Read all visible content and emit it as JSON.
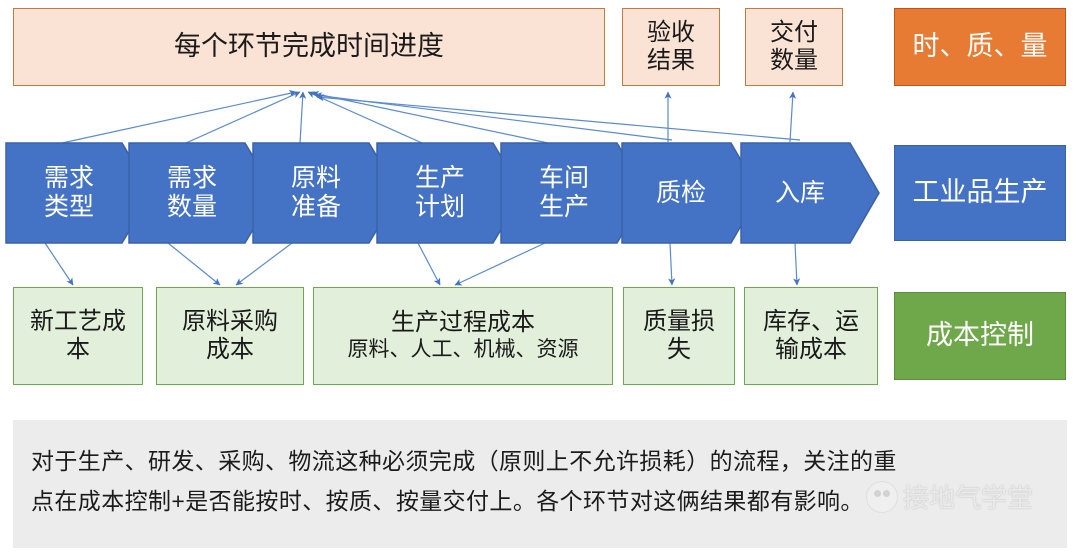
{
  "top_row": {
    "progress_banner": {
      "label": "每个环节完成时间进度"
    },
    "outcome_boxes": [
      {
        "label": "验收\n结果"
      },
      {
        "label": "交付\n数量"
      }
    ],
    "summary": {
      "label": "时、质、量",
      "color": "#E87B33"
    }
  },
  "process_row": {
    "steps": [
      {
        "label": "需求\n类型"
      },
      {
        "label": "需求\n数量"
      },
      {
        "label": "原料\n准备"
      },
      {
        "label": "生产\n计划"
      },
      {
        "label": "车间\n生产"
      },
      {
        "label": "质检"
      },
      {
        "label": "入库"
      }
    ],
    "summary": {
      "label": "工业品生产",
      "color": "#4472C4"
    }
  },
  "cost_row": {
    "items": [
      {
        "label": "新工艺成\n本",
        "sub": ""
      },
      {
        "label": "原料采购\n成本",
        "sub": ""
      },
      {
        "label": "生产过程成本",
        "sub": "原料、人工、机械、资源"
      },
      {
        "label": "质量损\n失",
        "sub": ""
      },
      {
        "label": "库存、运\n输成本",
        "sub": ""
      }
    ],
    "summary": {
      "label": "成本控制",
      "color": "#6FA84A"
    }
  },
  "note": {
    "line1": "对于生产、研发、采购、物流这种必须完成（原则上不允许损耗）的流程，关注的重",
    "line2": "点在成本控制+是否能按时、按质、按量交付上。各个环节对这俩结果都有影响。"
  },
  "watermark": {
    "text": "接地气学堂"
  }
}
